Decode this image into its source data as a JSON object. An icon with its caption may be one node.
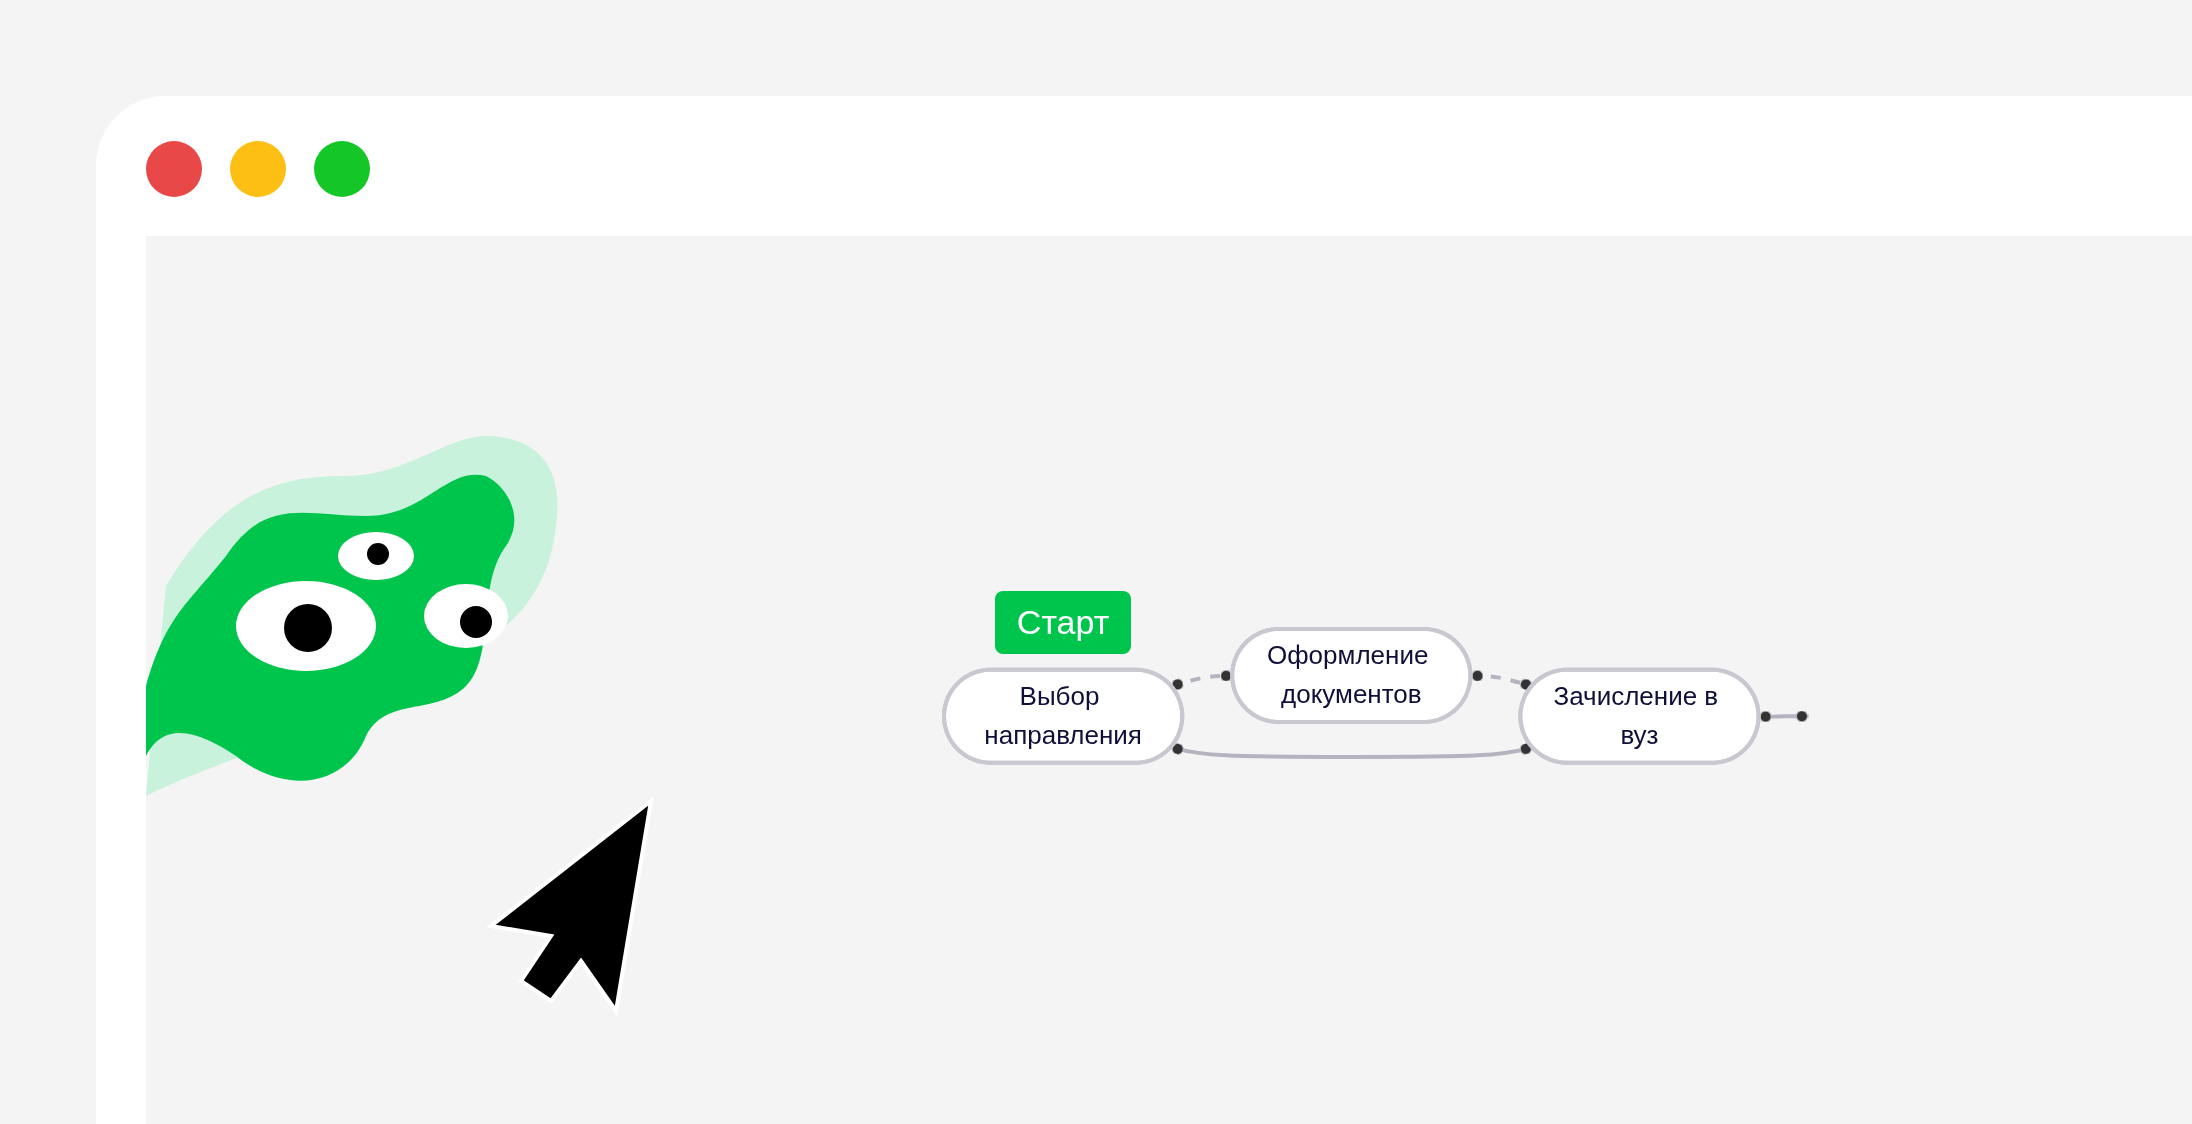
{
  "diagram": {
    "nodes": [
      {
        "text": [
          "Выбор направления"
        ],
        "beside": [
          "Старт"
        ]
      },
      {
        "text": [
          "Оформление документов"
        ]
      },
      {
        "text": [
          "Зачисление в вуз"
        ]
      }
    ],
    "edges": [
      {
        "from": 0,
        "to": 1,
        "arrow": "other",
        "style": "dashed"
      },
      {
        "from": 1,
        "to": 2,
        "arrow": "other",
        "style": "dashed"
      },
      {
        "from": 0,
        "to": 2,
        "arrow": "other"
      },
      {
        "from": 2,
        "to": null,
        "arrow": "other"
      }
    ]
  }
}
